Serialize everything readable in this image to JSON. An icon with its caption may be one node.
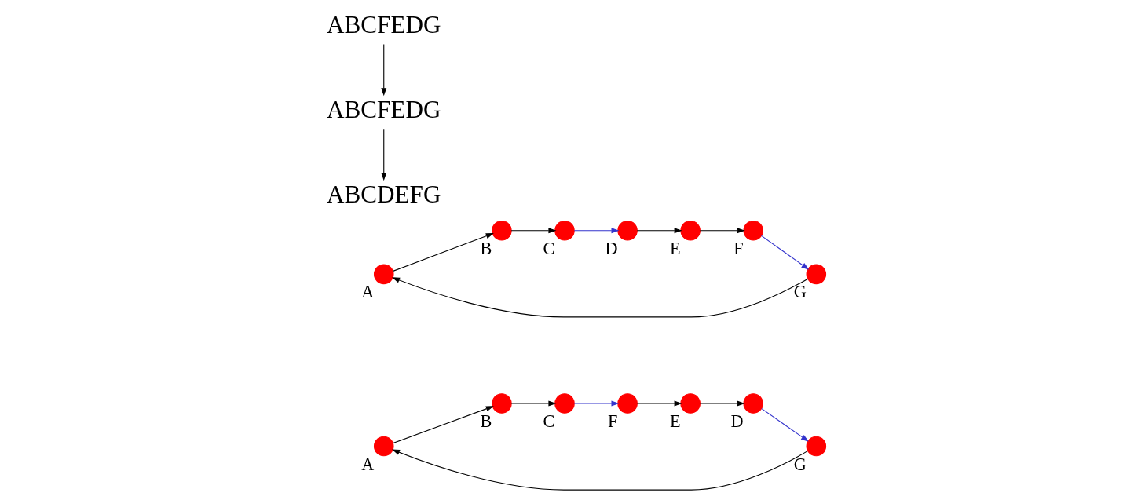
{
  "diagram": {
    "nodes": [
      {
        "text": [],
        "shape": "circle",
        "beside": [
          "A"
        ]
      },
      {
        "text": [],
        "shape": "circle",
        "beside": [
          "B"
        ]
      },
      {
        "text": [],
        "shape": "circle",
        "beside": [
          "C"
        ]
      },
      {
        "text": [],
        "shape": "circle",
        "beside": [
          "D"
        ]
      },
      {
        "text": [],
        "shape": "circle",
        "beside": [
          "E"
        ]
      },
      {
        "text": [],
        "shape": "circle",
        "beside": [
          "F"
        ]
      },
      {
        "text": [],
        "shape": "circle",
        "beside": [
          "G"
        ]
      },
      {
        "text": [],
        "shape": "circle",
        "beside": [
          "A"
        ]
      },
      {
        "text": [],
        "shape": "circle",
        "beside": [
          "B"
        ]
      },
      {
        "text": [],
        "shape": "circle",
        "beside": [
          "C"
        ]
      },
      {
        "text": [],
        "shape": "circle",
        "beside": [
          "D"
        ]
      },
      {
        "text": [],
        "shape": "circle",
        "beside": [
          "E"
        ]
      },
      {
        "text": [],
        "shape": "circle",
        "beside": [
          "F"
        ]
      },
      {
        "text": [],
        "shape": "circle",
        "beside": [
          "G"
        ]
      },
      {
        "text": [
          "ABCFEDG"
        ]
      },
      {
        "text": [
          "ABCFEDG"
        ]
      },
      {
        "text": [
          "ABCDEFG"
        ]
      }
    ],
    "edges": [
      {
        "from": 0,
        "to": 1,
        "arrow": "to"
      },
      {
        "from": 1,
        "to": 2,
        "arrow": "to"
      },
      {
        "from": 2,
        "to": 5,
        "arrow": "to",
        "color": "#3333cc"
      },
      {
        "from": 5,
        "to": 4,
        "arrow": "to"
      },
      {
        "from": 4,
        "to": 3,
        "arrow": "to"
      },
      {
        "from": 3,
        "to": 6,
        "arrow": "to",
        "color": "#3333cc"
      },
      {
        "from": 6,
        "to": 0,
        "arrow": "to"
      },
      {
        "from": 7,
        "to": 8,
        "arrow": "to"
      },
      {
        "from": 8,
        "to": 9,
        "arrow": "to"
      },
      {
        "from": 9,
        "to": 10,
        "arrow": "to",
        "color": "#3333cc"
      },
      {
        "from": 10,
        "to": 11,
        "arrow": "to"
      },
      {
        "from": 11,
        "to": 12,
        "arrow": "to"
      },
      {
        "from": 12,
        "to": 13,
        "arrow": "to",
        "color": "#3333cc"
      },
      {
        "from": 13,
        "to": 7,
        "arrow": "to"
      },
      {
        "from": 14,
        "to": 15,
        "arrow": "to"
      },
      {
        "from": 15,
        "to": 16,
        "arrow": "to"
      }
    ]
  }
}
